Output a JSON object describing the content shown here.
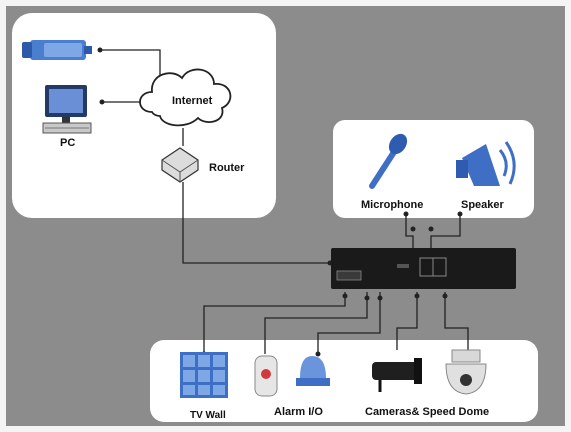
{
  "labels": {
    "internet": "Internet",
    "pc": "PC",
    "router": "Router",
    "microphone": "Microphone",
    "speaker": "Speaker",
    "tv_wall": "TV Wall",
    "alarm_io": "Alarm I/O",
    "cameras": "Cameras& Speed Dome"
  },
  "colors": {
    "background": "#8c8c8c",
    "panel": "#ffffff",
    "device": "#1a1a1a",
    "line": "#222222",
    "icon_blue": "#3f6fc4"
  },
  "icons": [
    "camera-remote-icon",
    "pc-icon",
    "cloud-icon",
    "router-icon",
    "microphone-icon",
    "speaker-icon",
    "dvr-device-icon",
    "tv-wall-icon",
    "alarm-sensor-icon",
    "alarm-siren-icon",
    "bullet-camera-icon",
    "speed-dome-icon"
  ]
}
